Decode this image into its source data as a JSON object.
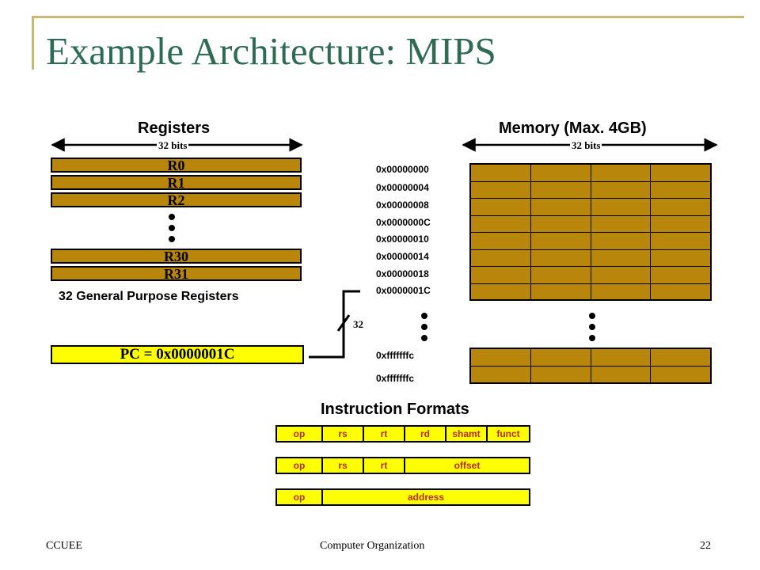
{
  "slide": {
    "title": "Example Architecture: MIPS"
  },
  "registers": {
    "heading": "Registers",
    "width_label": "32 bits",
    "items": [
      "R0",
      "R1",
      "R2",
      "R30",
      "R31"
    ],
    "caption": "32 General Purpose Registers",
    "pc": "PC = 0x0000001C"
  },
  "bus": {
    "label": "32"
  },
  "memory": {
    "heading": "Memory (Max. 4GB)",
    "width_label": "32 bits",
    "addresses": [
      "0x00000000",
      "0x00000004",
      "0x00000008",
      "0x0000000C",
      "0x00000010",
      "0x00000014",
      "0x00000018",
      "0x0000001C"
    ],
    "end_addresses": [
      "0xfffffffc",
      "0xfffffffc"
    ]
  },
  "instruction_formats": {
    "heading": "Instruction Formats",
    "r_type": [
      "op",
      "rs",
      "rt",
      "rd",
      "shamt",
      "funct"
    ],
    "i_type": [
      "op",
      "rs",
      "rt",
      "offset"
    ],
    "j_type": [
      "op",
      "address"
    ]
  },
  "footer": {
    "left": "CCUEE",
    "center": "Computer Organization",
    "page": "22"
  },
  "colors": {
    "title": "#2f6a55",
    "register_fill": "#b8860b",
    "highlight": "#ffff00",
    "field_text": "#b52d1c",
    "accent_line": "#c8b872"
  }
}
